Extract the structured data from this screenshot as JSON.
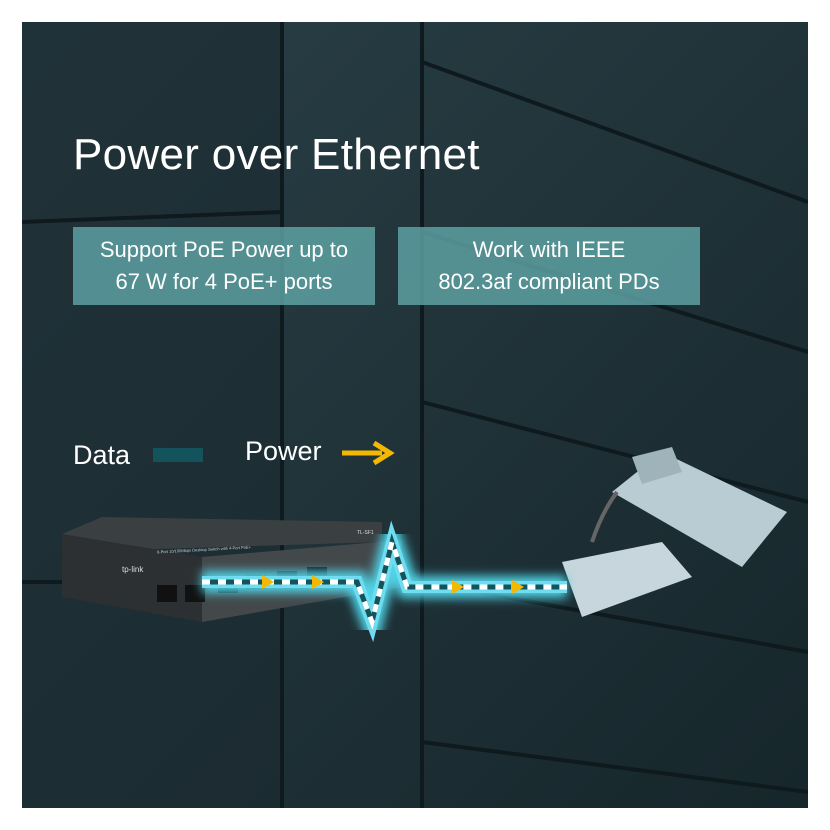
{
  "title": "Power over Ethernet",
  "features": [
    {
      "line1": "Support PoE Power up to",
      "line2": "67 W for 4 PoE+ ports"
    },
    {
      "line1": "Work with IEEE",
      "line2": "802.3af compliant PDs"
    }
  ],
  "legend": {
    "data_label": "Data",
    "power_label": "Power"
  },
  "device": {
    "brand": "tp-link",
    "model_text": "6-Port 10/100Mbps Desktop Switch with 4-Port PoE+",
    "model_short": "TL-SF1"
  },
  "colors": {
    "data": "#12535c",
    "power": "#f5b800",
    "box": "#5fa5a6",
    "glow": "#4fd3e6"
  }
}
